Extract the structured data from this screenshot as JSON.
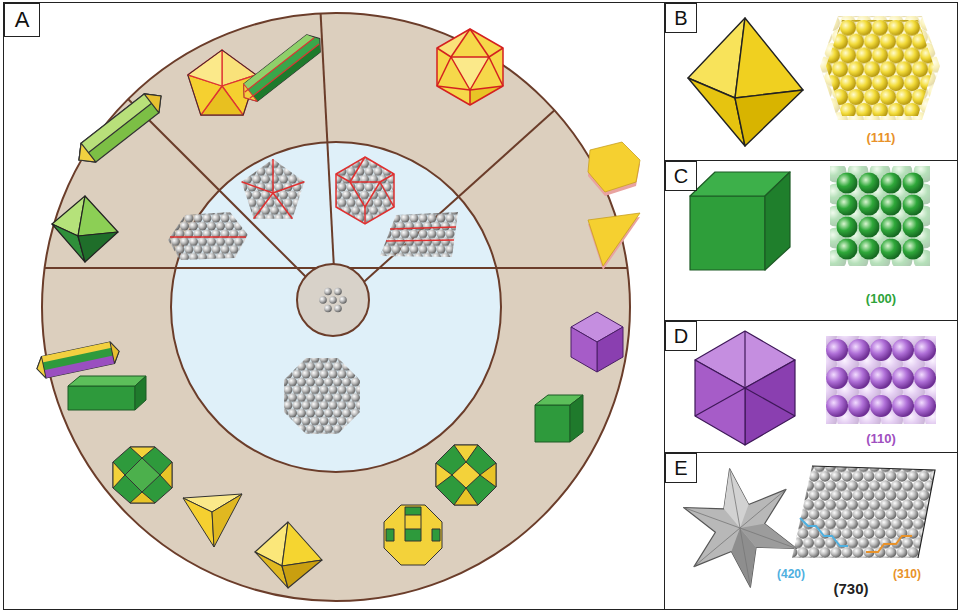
{
  "diagram": {
    "nodes": [
      {
        "text": [
          "A"
        ]
      },
      {
        "text": [
          "B",
          "(111)"
        ]
      },
      {
        "text": [
          "C",
          "(100)"
        ]
      },
      {
        "text": [
          "D",
          "(110)"
        ]
      },
      {
        "text": [
          "E",
          "(420)",
          "(730)",
          "(310)"
        ]
      }
    ]
  }
}
